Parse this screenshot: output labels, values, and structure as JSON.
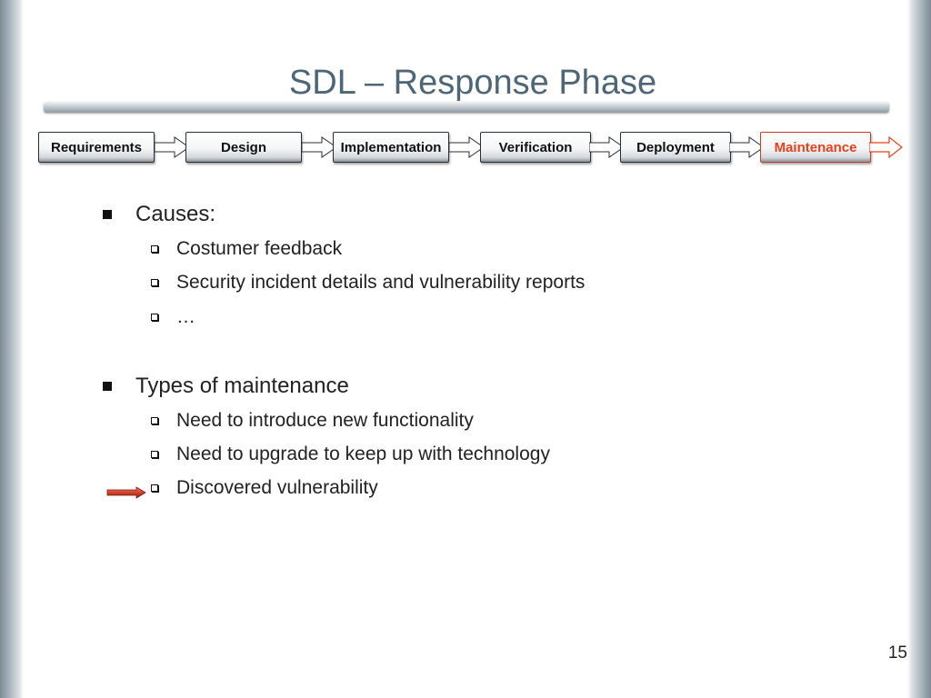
{
  "slide": {
    "title": "SDL – Response Phase",
    "page_number": "15"
  },
  "phases": [
    {
      "label": "Requirements",
      "active": false
    },
    {
      "label": "Design",
      "active": false
    },
    {
      "label": "Implementation",
      "active": false
    },
    {
      "label": "Verification",
      "active": false
    },
    {
      "label": "Deployment",
      "active": false
    },
    {
      "label": "Maintenance",
      "active": true
    }
  ],
  "content": {
    "causes": {
      "heading": "Causes:",
      "items": [
        "Costumer feedback",
        "Security incident details and vulnerability reports",
        "…"
      ]
    },
    "types": {
      "heading": "Types of maintenance",
      "items": [
        "Need to introduce new functionality",
        "Need to upgrade to keep up with technology",
        "Discovered vulnerability"
      ]
    },
    "highlighted_item_icon": "red-arrow-pointer-icon"
  },
  "colors": {
    "title": "#4e6676",
    "active_phase": "#e8401f",
    "pointer_arrow": "#d2402a"
  }
}
